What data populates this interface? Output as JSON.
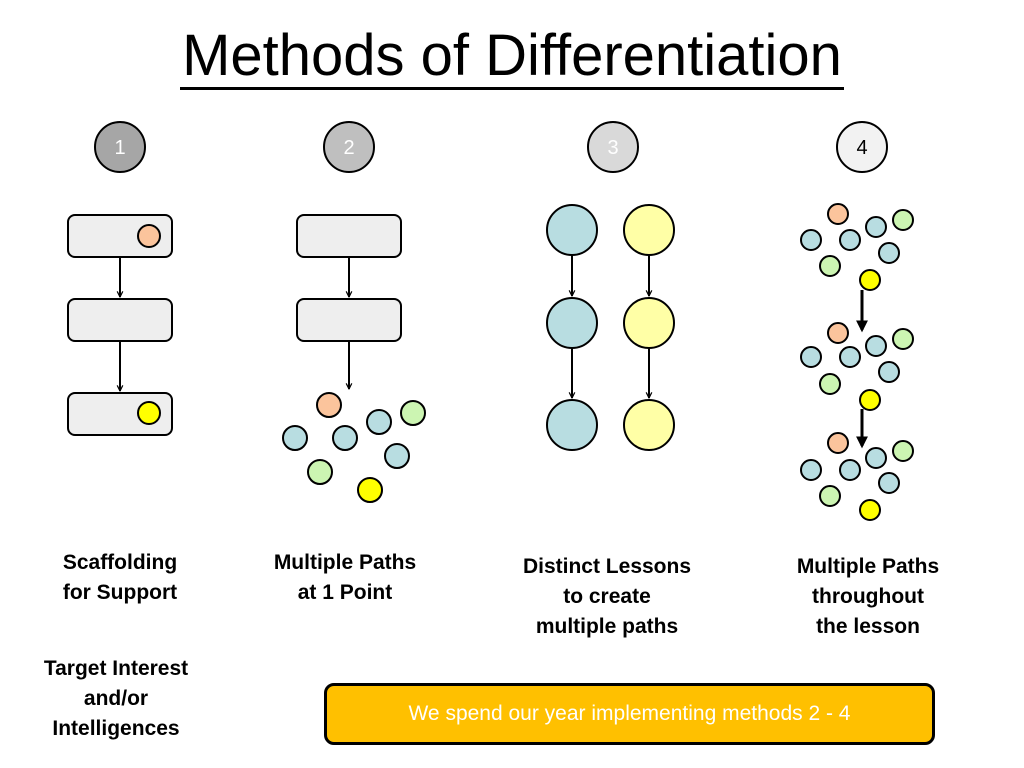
{
  "title": "Methods of Differentiation",
  "colors": {
    "badge_1": "#a6a6a6",
    "badge_2": "#bfbfbf",
    "badge_3": "#d9d9d9",
    "badge_4": "#f2f2f2",
    "box_fill": "#eeeeee",
    "peach": "#fbc49c",
    "teal": "#b8dde1",
    "green": "#ccf5b2",
    "yellow": "#ffff00",
    "pale_yellow": "#ffffa6",
    "banner": "#ffc000"
  },
  "methods": [
    {
      "number": "1",
      "caption": "Scaffolding\nfor Support"
    },
    {
      "number": "2",
      "caption": "Multiple Paths\nat 1 Point"
    },
    {
      "number": "3",
      "caption": "Distinct Lessons\nto create\nmultiple paths"
    },
    {
      "number": "4",
      "caption": "Multiple Paths\nthroughout\nthe lesson"
    }
  ],
  "side_note": "Target Interest\nand/or\nIntelligences",
  "banner_text": "We spend our year implementing methods 2 - 4"
}
